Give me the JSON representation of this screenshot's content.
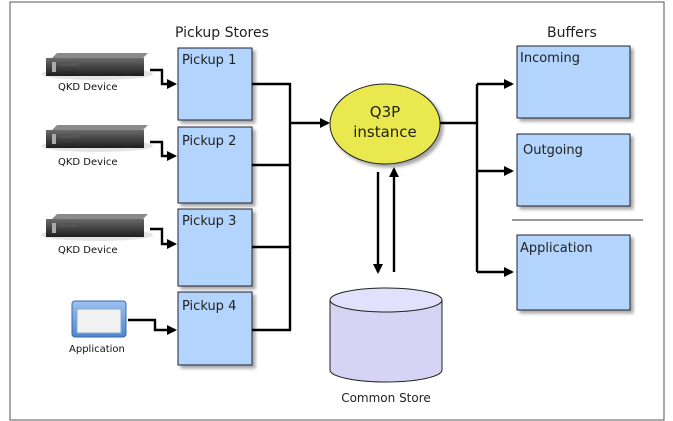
{
  "headings": {
    "pickup_stores": "Pickup Stores",
    "buffers": "Buffers"
  },
  "sources": [
    {
      "label": "QKD Device",
      "icon": "qkd-device-icon"
    },
    {
      "label": "QKD Device",
      "icon": "qkd-device-icon"
    },
    {
      "label": "QKD Device",
      "icon": "qkd-device-icon"
    },
    {
      "label": "Application",
      "icon": "application-window-icon"
    }
  ],
  "pickups": [
    "Pickup 1",
    "Pickup 2",
    "Pickup 3",
    "Pickup 4"
  ],
  "q3p": {
    "line1": "Q3P",
    "line2": "instance"
  },
  "store": {
    "label": "Common Store"
  },
  "buffers": [
    "Incoming",
    "Outgoing",
    "Application"
  ],
  "colors": {
    "box_fill": "#b3d4fc",
    "ellipse_fill": "#e9e94f",
    "cylinder_fill": "#d6d3f5",
    "line": "#000000"
  }
}
